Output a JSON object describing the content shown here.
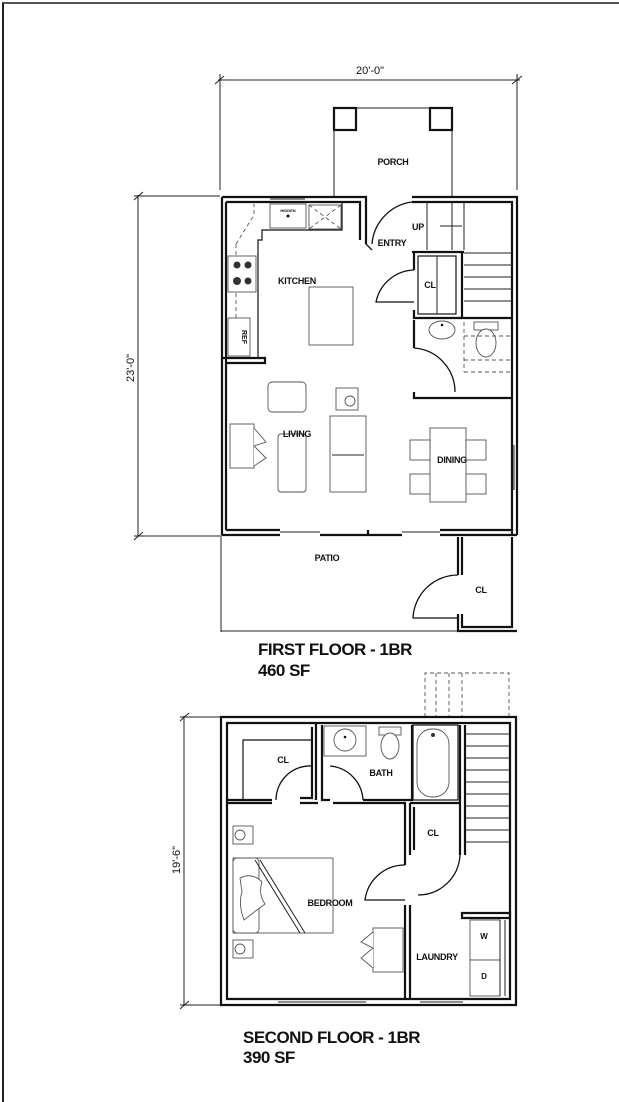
{
  "drawing": {
    "type": "architectural floor plan",
    "first_floor": {
      "title": "FIRST FLOOR - 1BR",
      "area": "460 SF",
      "dimensions": {
        "width": "20'-0\"",
        "depth": "23'-0\""
      },
      "rooms": {
        "porch": "PORCH",
        "entry": "ENTRY",
        "stair_up": "UP",
        "kitchen": "KITCHEN",
        "ref": "REF",
        "closet_entry": "CL",
        "living": "LIVING",
        "dining": "DINING",
        "patio": "PATIO",
        "closet_patio": "CL"
      }
    },
    "second_floor": {
      "title": "SECOND FLOOR - 1BR",
      "area": "390 SF",
      "dimensions": {
        "depth": "19'-6\""
      },
      "rooms": {
        "closet_bedroom": "CL",
        "bath": "BATH",
        "closet_hall": "CL",
        "bedroom": "BEDROOM",
        "laundry": "LAUNDRY",
        "washer": "W",
        "dryer": "D"
      }
    }
  }
}
